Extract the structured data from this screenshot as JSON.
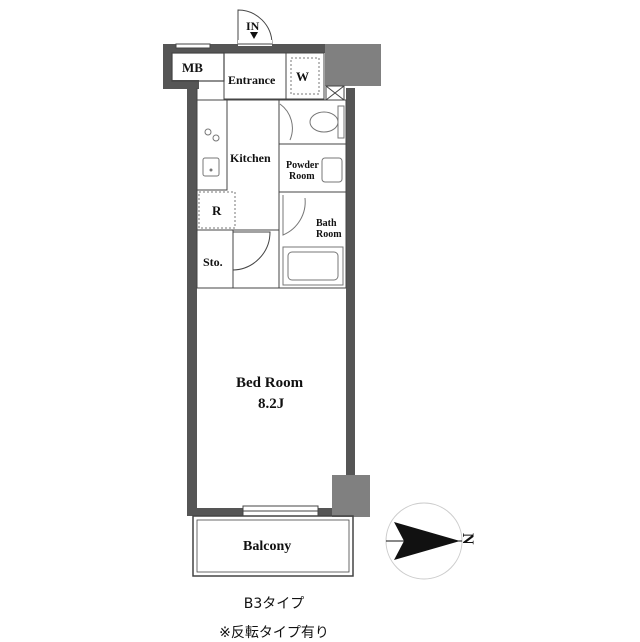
{
  "plan": {
    "entrance_marker": "IN",
    "rooms": {
      "mb": "MB",
      "entrance": "Entrance",
      "w": "W",
      "kitchen": "Kitchen",
      "powder_line1": "Powder",
      "powder_line2": "Room",
      "r": "R",
      "bath_line1": "Bath",
      "bath_line2": "Room",
      "sto": "Sto.",
      "bedroom_name": "Bed Room",
      "bedroom_size": "8.2J",
      "balcony": "Balcony"
    },
    "compass_letter": "N"
  },
  "captions": {
    "type": "B3タイプ",
    "note": "※反転タイプ有り"
  },
  "colors": {
    "wall": "#555555",
    "column": "#808080",
    "line": "#444444",
    "fixture": "#777777"
  }
}
